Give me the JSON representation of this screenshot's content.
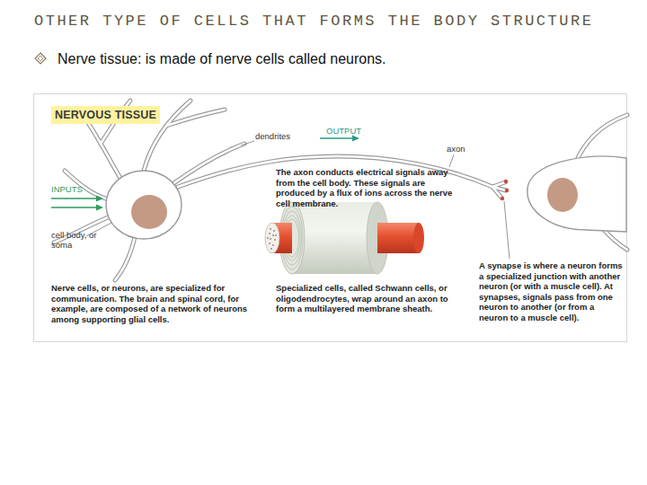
{
  "diagram": {
    "title": "OTHER TYPE OF CELLS THAT FORMS THE BODY STRUCTURE",
    "nodes": [
      {
        "text": [
          "NERVOUS TISSUE"
        ]
      }
    ],
    "labels": [
      "Nerve tissue: is made of nerve cells called neurons.",
      "dendrites",
      "OUTPUT",
      "axon",
      "INPUTS",
      "cell body, or soma",
      "The axon conducts electrical signals away from the cell body. These signals are produced by a flux of ions across the nerve cell membrane.",
      "Nerve cells, or neurons, are specialized for communication. The brain and spinal cord, for example, are composed of a network of neurons among supporting glial cells.",
      "Specialized cells, called Schwann cells, or oligodendrocytes, wrap around an axon to form a multilayered membrane sheath.",
      "A synapse is where a neuron forms a specialized junction with another neuron (or with a muscle cell). At synapses, signals pass from one neuron to another (or from a neuron to a muscle cell)."
    ]
  }
}
